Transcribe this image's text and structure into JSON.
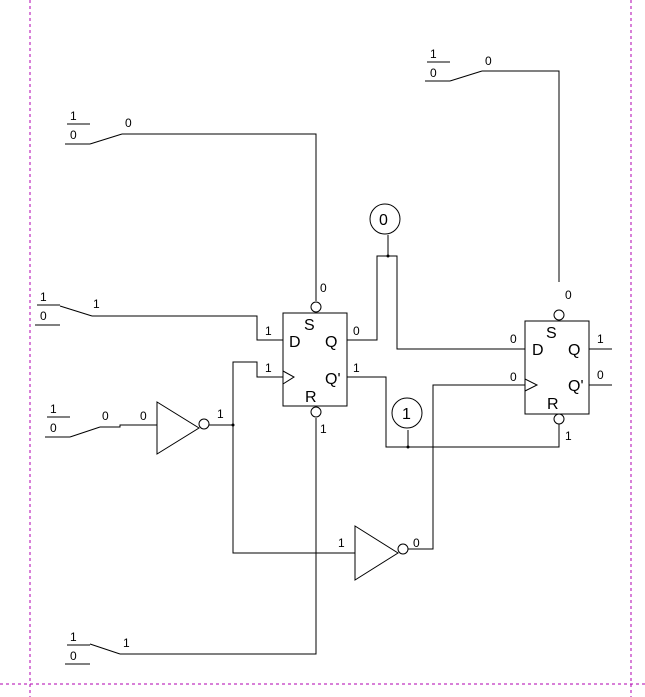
{
  "switches": [
    {
      "id": "sw1",
      "top": "1",
      "bottom": "0",
      "out": "0"
    },
    {
      "id": "sw2",
      "top": "1",
      "bottom": "0",
      "out": "0"
    },
    {
      "id": "sw3",
      "top": "1",
      "bottom": "0",
      "out": "1"
    },
    {
      "id": "sw4",
      "top": "1",
      "bottom": "0",
      "out": "0"
    },
    {
      "id": "sw5",
      "top": "1",
      "bottom": "0",
      "out": "1"
    }
  ],
  "ff1": {
    "S": "S",
    "D": "D",
    "Q": "Q",
    "Qn": "Q'",
    "R": "R",
    "s_val": "0",
    "d_val": "1",
    "clk_val": "1",
    "r_val": "1",
    "q_val": "0",
    "qn_val": "1"
  },
  "ff2": {
    "S": "S",
    "D": "D",
    "Q": "Q",
    "Qn": "Q'",
    "R": "R",
    "s_val": "0",
    "d_val": "0",
    "clk_val": "0",
    "r_val": "1",
    "q_val": "1",
    "qn_val": "0"
  },
  "not1": {
    "in_val": "0",
    "out_val": "1"
  },
  "not2": {
    "in_val": "1",
    "out_val": "0"
  },
  "probes": [
    {
      "id": "probe-q",
      "value": "0"
    },
    {
      "id": "probe-qn",
      "value": "1"
    }
  ]
}
